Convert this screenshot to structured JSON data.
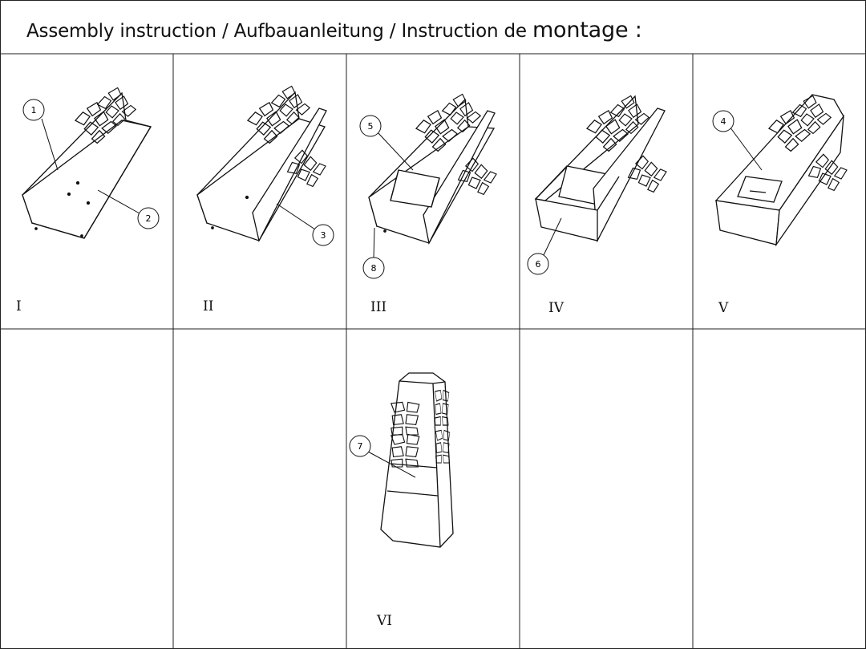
{
  "header": {
    "title_main": "Assembly instruction / Aufbauanleitung / Instruction de",
    "title_end": "montage :"
  },
  "steps": [
    {
      "label": "I",
      "callouts": [
        "1",
        "2"
      ]
    },
    {
      "label": "II",
      "callouts": [
        "3"
      ]
    },
    {
      "label": "III",
      "callouts": [
        "5",
        "8"
      ]
    },
    {
      "label": "IV",
      "callouts": [
        "6"
      ]
    },
    {
      "label": "V",
      "callouts": [
        "4"
      ]
    },
    {
      "label": "VI",
      "callouts": [
        "7"
      ]
    }
  ]
}
